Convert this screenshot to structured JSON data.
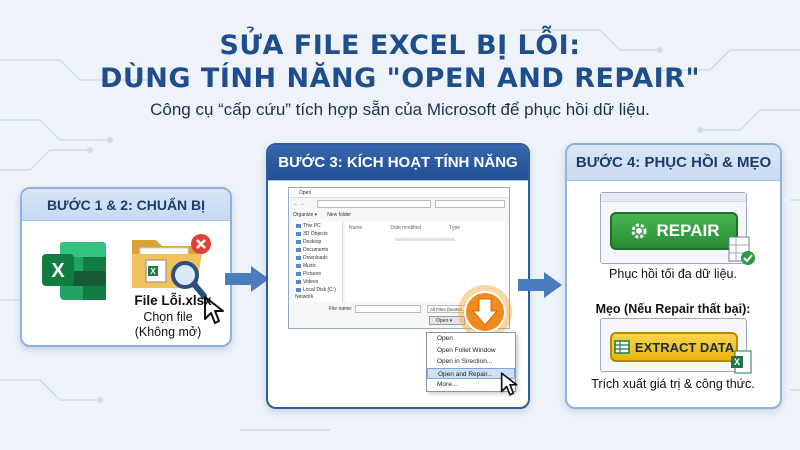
{
  "header": {
    "title_line1": "SỬA FILE EXCEL BỊ LỖI:",
    "title_line2": "DÙNG TÍNH NĂNG \"OPEN AND REPAIR\"",
    "subtitle": "Công cụ “cấp cứu” tích hợp sẵn của Microsoft để phục hồi dữ liệu."
  },
  "step12": {
    "heading": "BƯỚC 1 & 2: CHUẨN BỊ",
    "file_name": "File Lỗi.xlsx",
    "caption_line1": "Chọn file",
    "caption_line2": "(Không mở)"
  },
  "step3": {
    "heading": "BƯỚC 3: KÍCH HOẠT TÍNH NĂNG",
    "dialog": {
      "title": "Open",
      "organize": "Organize ▾",
      "new_folder": "New folder",
      "sidebar": [
        "This PC",
        "3D Objects",
        "Desktop",
        "Documents",
        "Downloads",
        "Music",
        "Pictures",
        "Videos",
        "Local Disk (C:)"
      ],
      "network": "Network",
      "columns": [
        "Name",
        "Date modified",
        "Type"
      ],
      "file_name_label": "File name:",
      "filter": "All Files (bootstr...",
      "open_button": "Open"
    },
    "menu": [
      "Open",
      "Open Follet Window",
      "Open in Sirection...",
      "Open and Repair...",
      "More..."
    ]
  },
  "step4": {
    "heading": "BƯỚC 4: PHỤC HỒI & MẸO",
    "repair_label": "REPAIR",
    "repair_caption": "Phục hồi tối đa dữ liệu.",
    "tip_heading": "Mẹo (Nếu Repair thất bại):",
    "extract_label": "EXTRACT DATA",
    "extract_caption": "Trích xuất giá trị & công thức."
  },
  "colors": {
    "title": "#1f4e8c",
    "card_border": "#8fb1dc",
    "header_dark": "#234f93",
    "excel_green": "#1e7a45",
    "repair_green": "#2e9a3e",
    "extract_yellow": "#f2c21b",
    "open_orange": "#f08a1c"
  },
  "icons": [
    "excel-icon",
    "folder-icon",
    "error-icon",
    "magnifier-icon",
    "cursor-icon",
    "download-arrow-icon",
    "gear-icon",
    "spreadsheet-icon",
    "checkmark-icon",
    "table-icon"
  ]
}
